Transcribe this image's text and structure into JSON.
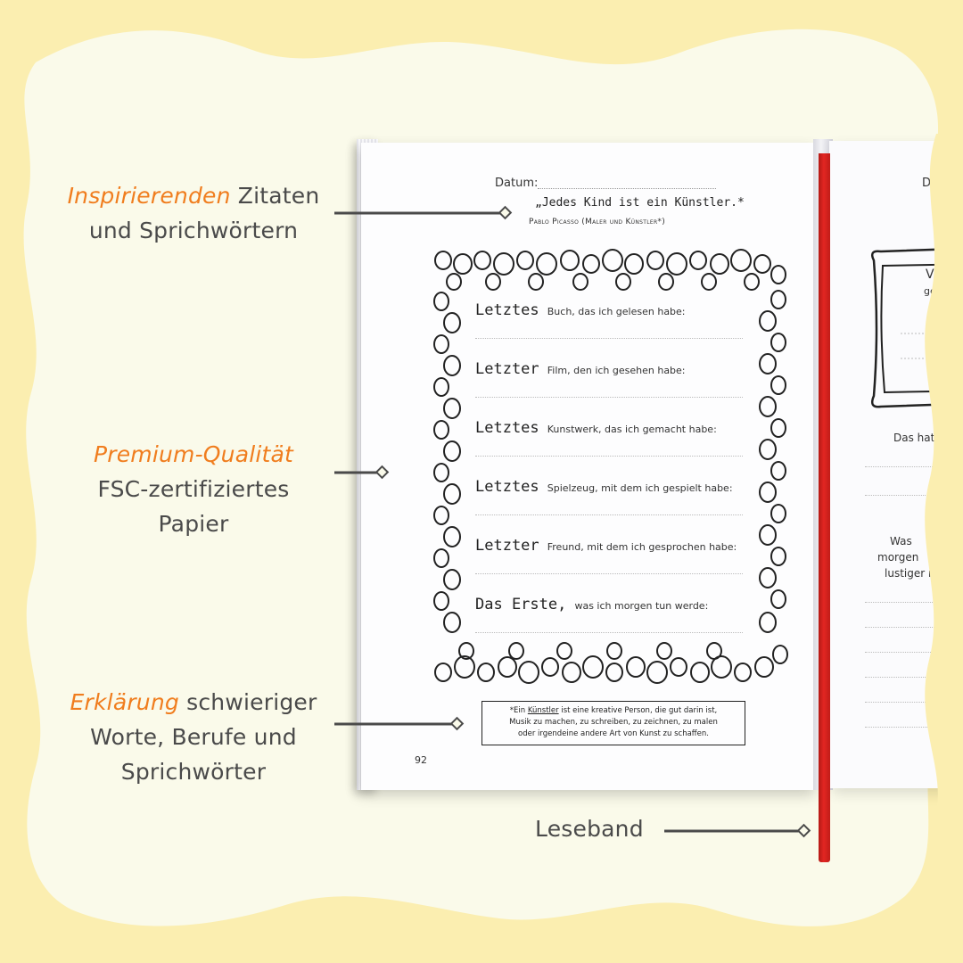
{
  "colors": {
    "background_light": "#fafaea",
    "background_yellow": "#fbeeb0",
    "highlight": "#f07d1e",
    "text": "#4a4a4a",
    "ribbon": "#e22622"
  },
  "callouts": {
    "quotes": {
      "highlight": "Inspirierenden",
      "rest": " Zitaten",
      "line2": "und Sprichwörtern"
    },
    "quality": {
      "highlight": "Premium-Qualität",
      "line2": "FSC-zertifiziertes",
      "line3": "Papier"
    },
    "explain": {
      "highlight": "Erklärung",
      "rest": " schwieriger",
      "line2": "Worte, Berufe und",
      "line3": "Sprichwörter"
    },
    "ribbon": {
      "label": "Leseband"
    }
  },
  "book": {
    "left_page": {
      "date_label": "Datum:",
      "quote": "„Jedes Kind ist ein Künstler.*",
      "quote_author": "Pablo Picasso (Maler und Künstler*)",
      "prompts": [
        {
          "bold": "Letztes",
          "text": "Buch, das ich gelesen habe:"
        },
        {
          "bold": "Letzter",
          "text": "Film, den ich gesehen habe:"
        },
        {
          "bold": "Letztes",
          "text": "Kunstwerk, das ich gemacht habe:"
        },
        {
          "bold": "Letztes",
          "text": "Spielzeug, mit dem ich gespielt habe:"
        },
        {
          "bold": "Letzter",
          "text": "Freund, mit dem ich gesprochen habe:"
        },
        {
          "bold": "Das Erste,",
          "text": "was ich morgen tun werde:"
        }
      ],
      "footnote": {
        "line1_pre": "*Ein ",
        "line1_word": "Künstler",
        "line1_post": " ist eine kreative Person, die gut darin ist,",
        "line2": "Musik zu machen, zu schreiben, zu zeichnen, zu malen",
        "line3": "oder irgendeine andere Art von Kunst zu schaffen."
      },
      "page_number": "92"
    },
    "right_page": {
      "date_label": "Datu",
      "frame_text_1": "V",
      "frame_text_2": "ge",
      "line_das_hat": "Das hat",
      "line_was": "Was",
      "line_morgen": "morgen",
      "line_lustiger": "lustiger n"
    }
  }
}
